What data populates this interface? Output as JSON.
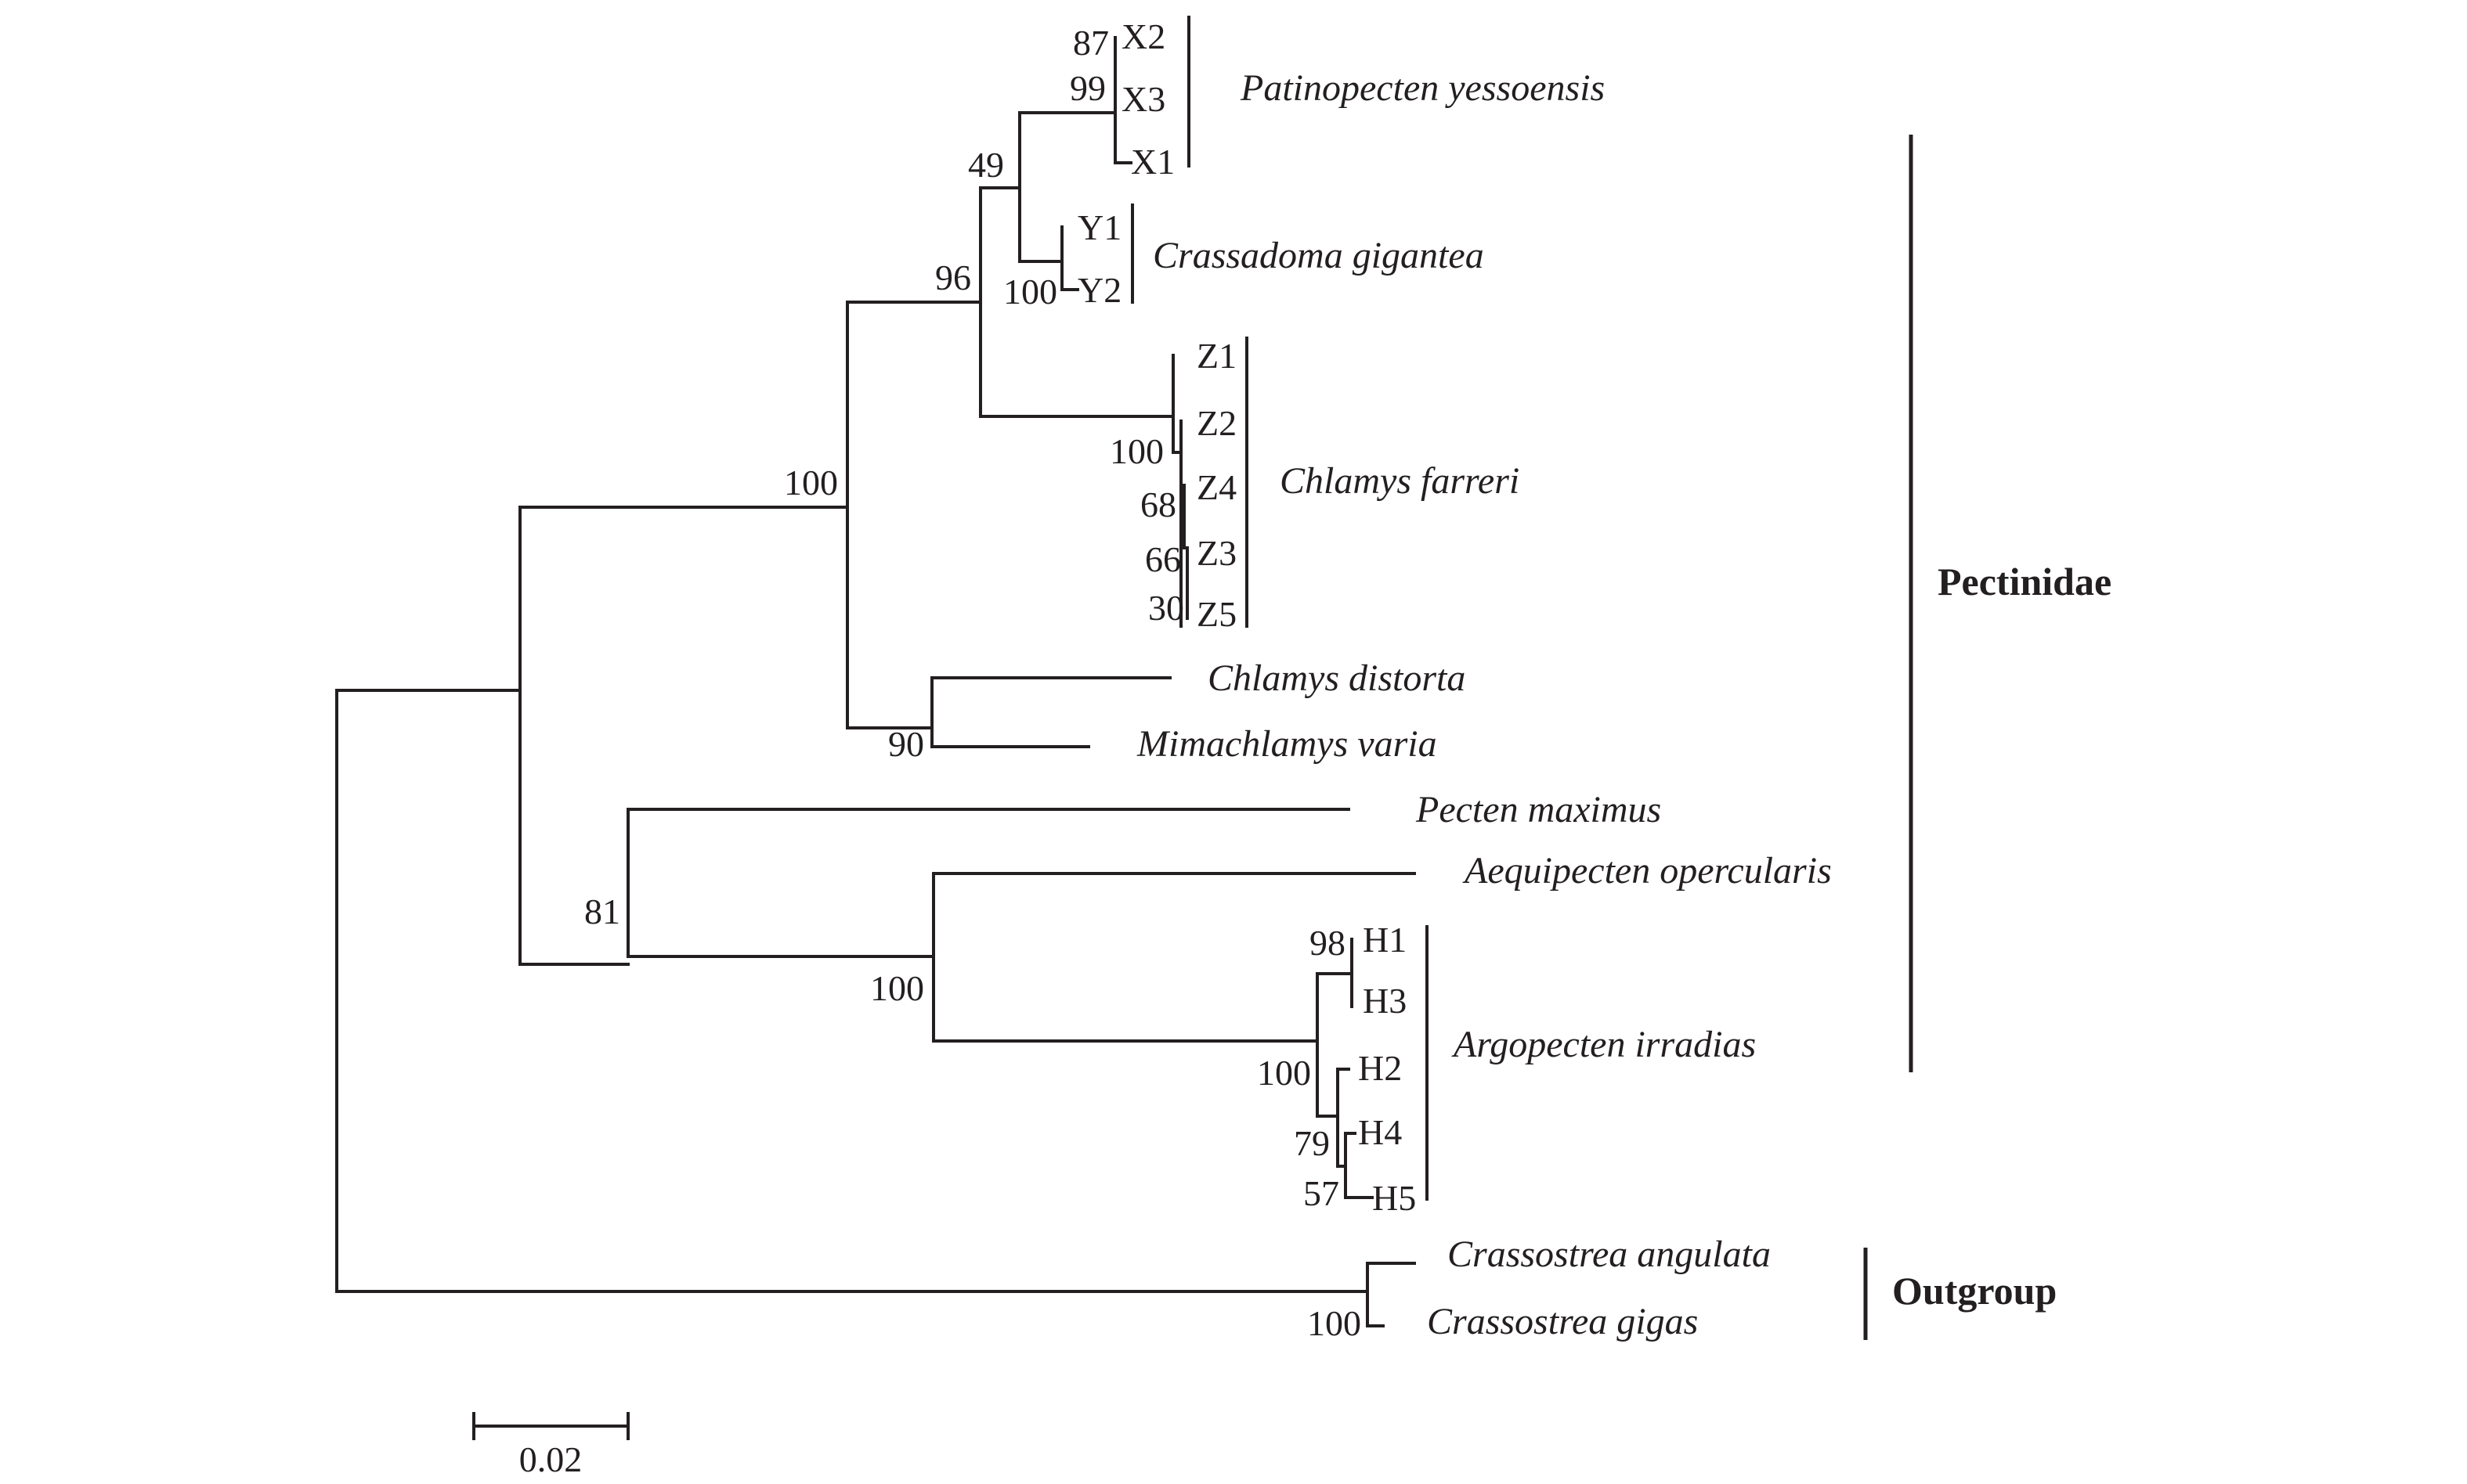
{
  "figure": {
    "type": "phylogenetic-tree",
    "scale_bar": {
      "label": "0.02",
      "value": 0.02
    },
    "families": [
      {
        "id": "pectinidae",
        "label": "Pectinidae"
      },
      {
        "id": "outgroup",
        "label": "Outgroup"
      }
    ],
    "species_labels": [
      {
        "id": "patinopecten",
        "label": "Patinopecten yessoensis",
        "members": [
          "X2",
          "X3",
          "X1"
        ]
      },
      {
        "id": "crassadoma",
        "label": "Crassadoma gigantea",
        "members": [
          "Y1",
          "Y2"
        ]
      },
      {
        "id": "chlamys_farreri",
        "label": "Chlamys farreri",
        "members": [
          "Z1",
          "Z2",
          "Z4",
          "Z3",
          "Z5"
        ]
      },
      {
        "id": "chlamys_distorta",
        "label": "Chlamys distorta",
        "members": []
      },
      {
        "id": "mimachlamys",
        "label": "Mimachlamys varia",
        "members": []
      },
      {
        "id": "pecten",
        "label": "Pecten maximus",
        "members": []
      },
      {
        "id": "aequipecten",
        "label": "Aequipecten opercularis",
        "members": []
      },
      {
        "id": "argopecten",
        "label": "Argopecten irradias",
        "members": [
          "H1",
          "H3",
          "H2",
          "H4",
          "H5"
        ]
      },
      {
        "id": "crassostrea_angulata",
        "label": "Crassostrea angulata",
        "members": []
      },
      {
        "id": "crassostrea_gigas",
        "label": "Crassostrea gigas",
        "members": []
      }
    ],
    "tips": [
      "X2",
      "X3",
      "X1",
      "Y1",
      "Y2",
      "Z1",
      "Z2",
      "Z4",
      "Z3",
      "Z5",
      "H1",
      "H3",
      "H2",
      "H4",
      "H5"
    ],
    "bootstrap": {
      "n_x2x3": "87",
      "n_x": "99",
      "n_xy": "49",
      "n_xyz": "96",
      "n_y": "100",
      "n_z": "100",
      "n_z4": "68",
      "n_z3": "66",
      "n_z5": "30",
      "n_upper": "100",
      "n_cdmv": "90",
      "n_lower": "81",
      "n_aeq": "100",
      "n_h13": "98",
      "n_h": "100",
      "n_h245": "79",
      "n_h45": "57",
      "n_out": "100"
    }
  }
}
